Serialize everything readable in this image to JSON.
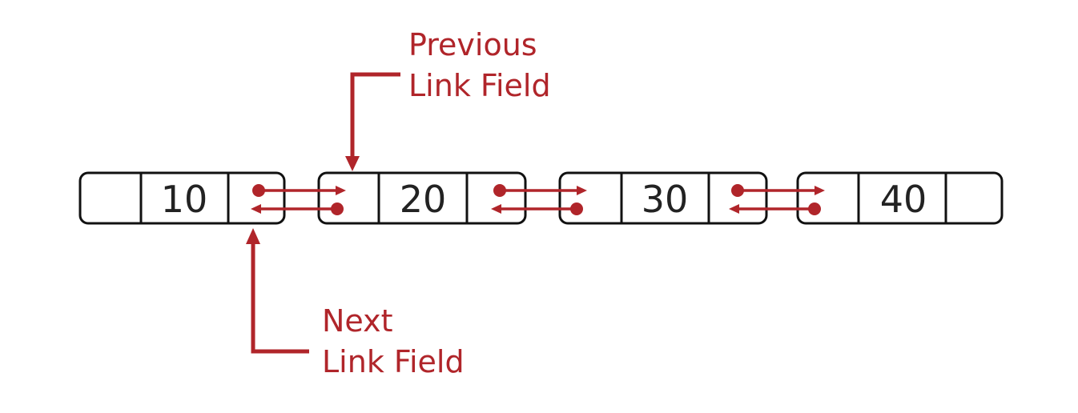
{
  "nodes": [
    {
      "value": "10"
    },
    {
      "value": "20"
    },
    {
      "value": "30"
    },
    {
      "value": "40"
    }
  ],
  "labels": {
    "previous_line1": "Previous",
    "previous_line2": "Link Field",
    "next_line1": "Next",
    "next_line2": "Link Field"
  },
  "colors": {
    "accent": "#b0252a",
    "outline": "#111111"
  }
}
